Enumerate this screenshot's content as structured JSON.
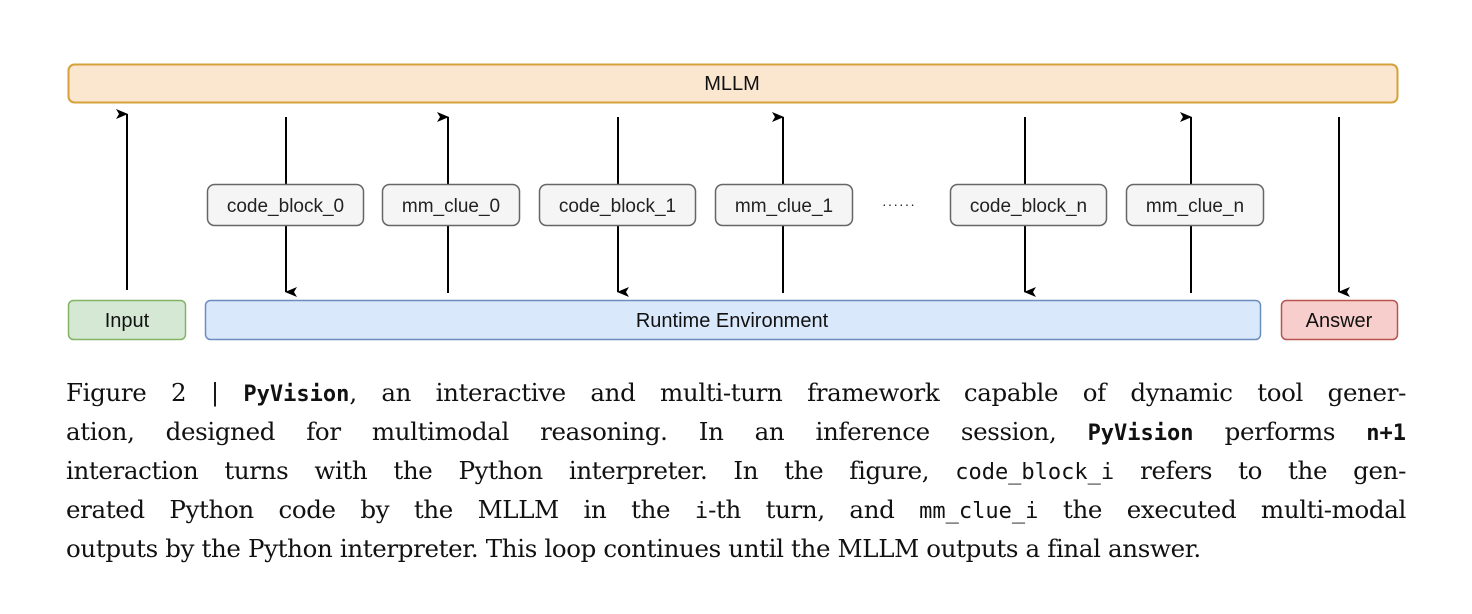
{
  "diagram": {
    "mllm": {
      "label": "MLLM",
      "fill": "#fbe6cf",
      "stroke": "#d6a03a"
    },
    "input": {
      "label": "Input",
      "fill": "#d5e8d4",
      "stroke": "#82b366"
    },
    "runtime": {
      "label": "Runtime Environment",
      "fill": "#dae8fc",
      "stroke": "#6c8ebf"
    },
    "answer": {
      "label": "Answer",
      "fill": "#f8cecc",
      "stroke": "#b85450"
    },
    "messages": [
      {
        "label": "code_block_0",
        "direction": "down"
      },
      {
        "label": "mm_clue_0",
        "direction": "up"
      },
      {
        "label": "code_block_1",
        "direction": "down"
      },
      {
        "label": "mm_clue_1",
        "direction": "up"
      },
      {
        "label": "code_block_n",
        "direction": "down"
      },
      {
        "label": "mm_clue_n",
        "direction": "up"
      }
    ],
    "ellipsis": "······",
    "message_fill": "#f5f5f5",
    "message_stroke": "#666666"
  },
  "caption": {
    "prefix": "Figure 2 | ",
    "name": "PyVision",
    "l1_rest": ", an interactive and multi-turn framework capable of dynamic tool gener-",
    "l2_a": "ation, designed for multimodal reasoning. In an inference session, ",
    "l2_b": " performs ",
    "l2_code": "n+1",
    "l3_a": "interaction turns with the Python interpreter. In the figure, ",
    "l3_code": "code_block_i",
    "l3_b": " refers to the gen-",
    "l4_a": "erated Python code by the MLLM in the ",
    "l4_code": "i",
    "l4_b": "-th turn, and ",
    "l4_code2": "mm_clue_i",
    "l4_c": " the executed multi-modal",
    "l5": "outputs by the Python interpreter. This loop continues until the MLLM outputs a final answer."
  }
}
